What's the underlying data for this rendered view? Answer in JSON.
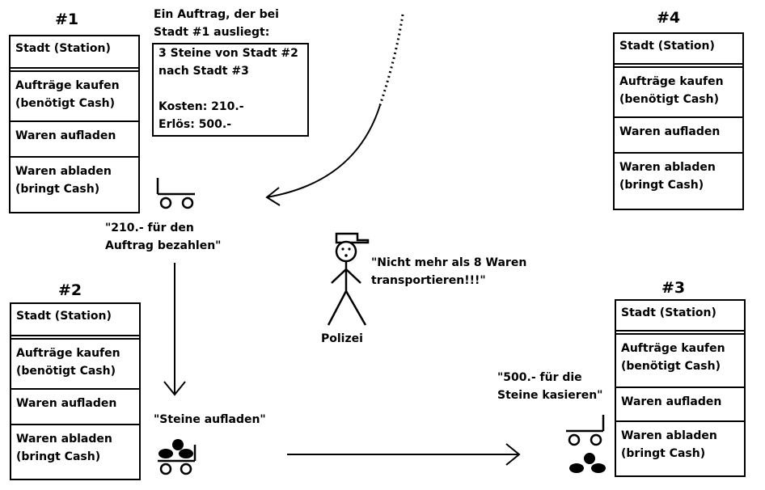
{
  "stations": [
    {
      "label": "#1",
      "rows": [
        "Stadt (Station)",
        "Aufträge kaufen\n(benötigt Cash)",
        "Waren aufladen",
        "Waren abladen\n(bringt Cash)"
      ]
    },
    {
      "label": "#2",
      "rows": [
        "Stadt (Station)",
        "Aufträge kaufen\n(benötigt Cash)",
        "Waren aufladen",
        "Waren abladen\n(bringt Cash)"
      ]
    },
    {
      "label": "#3",
      "rows": [
        "Stadt (Station)",
        "Aufträge kaufen\n(benötigt Cash)",
        "Waren aufladen",
        "Waren abladen\n(bringt Cash)"
      ]
    },
    {
      "label": "#4",
      "rows": [
        "Stadt (Station)",
        "Aufträge kaufen\n(benötigt Cash)",
        "Waren aufladen",
        "Waren abladen\n(bringt Cash)"
      ]
    }
  ],
  "order_intro": "Ein Auftrag, der bei\nStadt #1 ausliegt:",
  "order": {
    "line1": "3 Steine von Stadt #2",
    "line2": "nach Stadt #3",
    "cost": "Kosten: 210.-",
    "revenue": "Erlös: 500.-"
  },
  "captions": {
    "pay": "\"210.- für den\nAuftrag bezahlen\"",
    "load": "\"Steine aufladen\"",
    "cash": "\"500.- für die\nSteine kasieren\"",
    "police_quote": "\"Nicht mehr als 8 Waren\n  transportieren!!!\"",
    "police_label": "Polizei"
  }
}
